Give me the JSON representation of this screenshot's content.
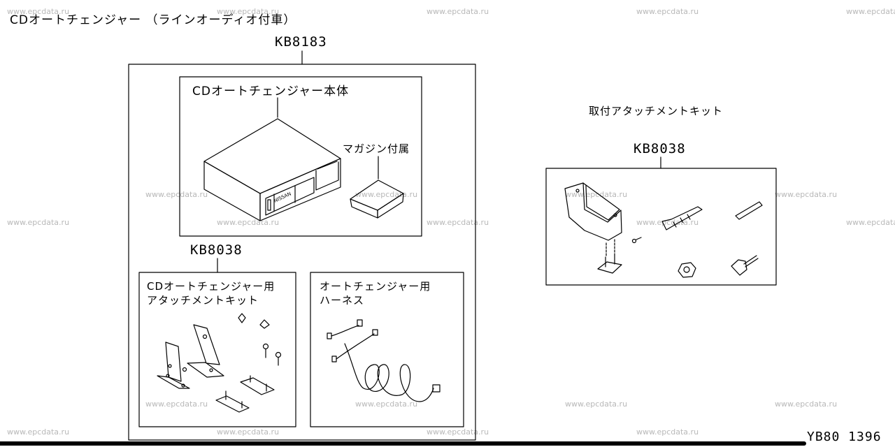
{
  "title": "CDオートチェンジャー （ラインオーディオ付車）",
  "main_kit": {
    "code": "KB8183",
    "unit_label": "CDオートチェンジャー本体",
    "magazine_label": "マガジン付属",
    "attachment_kit_code": "KB8038",
    "attachment_label_line1": "CDオートチェンジャー用",
    "attachment_label_line2": "アタッチメントキット",
    "harness_label_line1": "オートチェンジャー用",
    "harness_label_line2": "ハーネス"
  },
  "mounting_kit": {
    "title": "取付アタッチメントキット",
    "code": "KB8038"
  },
  "footer_code": "YB80 1396",
  "watermark": "www.epcdata.ru"
}
